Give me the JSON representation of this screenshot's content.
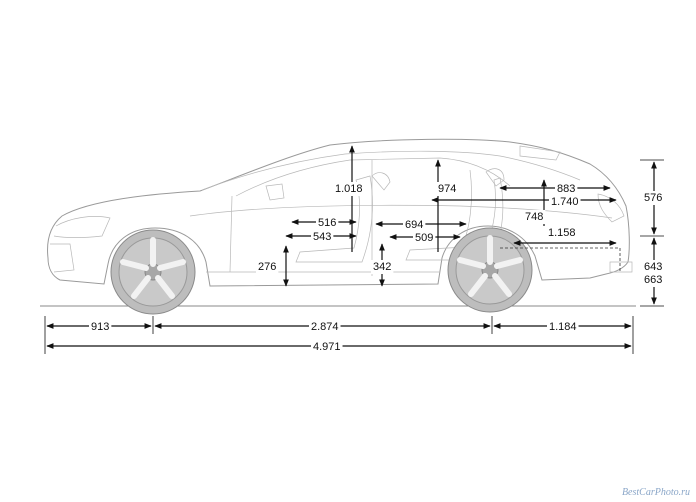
{
  "dimensions": {
    "headroom_front": "1.018",
    "headroom_rear": "974",
    "top_883": "883",
    "top_1740": "1.740",
    "load_748": "748",
    "load_1158": "1.158",
    "right_576": "576",
    "right_643": "643",
    "right_663": "663",
    "front_516": "516",
    "front_543": "543",
    "rear_694": "694",
    "rear_509": "509",
    "seat_276": "276",
    "seat_342": "342",
    "front_overhang": "913",
    "wheelbase": "2.874",
    "rear_overhang": "1.184",
    "overall_length": "4.971"
  },
  "watermark": "BestCarPhoto.ru"
}
